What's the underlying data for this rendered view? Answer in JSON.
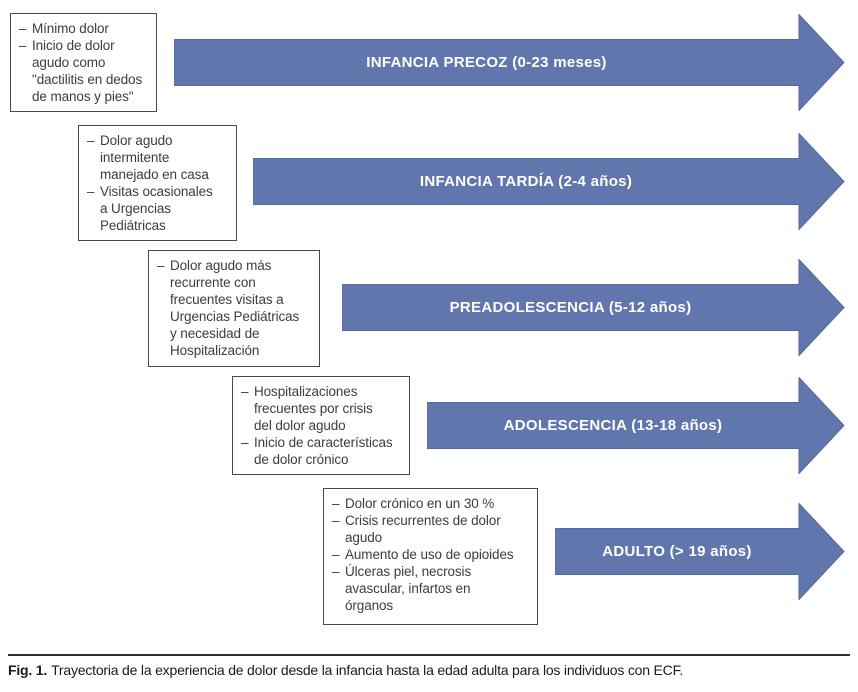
{
  "figure": {
    "bullet_marker": "–",
    "arrow_color": "#6276ae",
    "arrow_edge_color": "#55689f",
    "stages": [
      {
        "arrow_label": "INFANCIA PRECOZ (0-23 meses)",
        "bullets": [
          "Mínimo dolor",
          "Inicio de dolor\nagudo como\n\"dactilitis en dedos\nde manos y pies\""
        ]
      },
      {
        "arrow_label": "INFANCIA TARDÍA (2-4 años)",
        "bullets": [
          "Dolor agudo\nintermitente\nmanejado en casa",
          "Visitas ocasionales\na Urgencias\nPediátricas"
        ]
      },
      {
        "arrow_label": "PREADOLESCENCIA (5-12 años)",
        "bullets": [
          "Dolor agudo más\nrecurrente con\nfrecuentes visitas a\nUrgencias Pediátricas\ny necesidad de\nHospitalización"
        ]
      },
      {
        "arrow_label": "ADOLESCENCIA (13-18 años)",
        "bullets": [
          "Hospitalizaciones\nfrecuentes por crisis\ndel dolor agudo",
          "Inicio de características\nde dolor crónico"
        ]
      },
      {
        "arrow_label": "ADULTO (> 19 años)",
        "bullets": [
          "Dolor crónico en un 30 %",
          "Crisis recurrentes de dolor\nagudo",
          "Aumento de uso de opioides",
          "Úlceras piel, necrosis\navascular, infartos en\nórganos"
        ]
      }
    ],
    "caption_label": "Fig. 1.",
    "caption_text": "Trayectoria de la experiencia de dolor desde la infancia hasta la edad adulta para los individuos con ECF."
  }
}
